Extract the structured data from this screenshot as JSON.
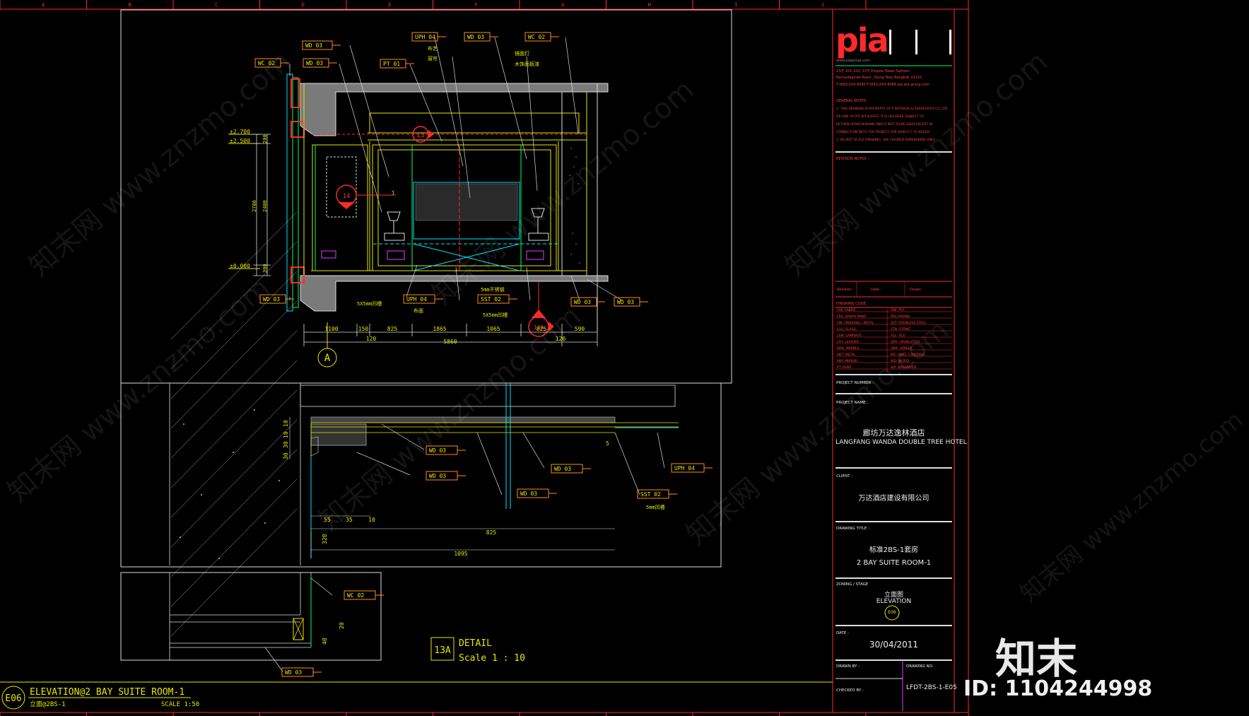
{
  "grid_columns": [
    "A",
    "B",
    "C",
    "D",
    "E",
    "F",
    "G",
    "H",
    "I",
    "J"
  ],
  "colors": {
    "background": "#000000",
    "frame_red": "#ff2a2a",
    "line_yellow": "#e6e600",
    "line_cyan": "#00e5ff",
    "line_green": "#00ff66",
    "line_white": "#dddddd",
    "line_magenta": "#e040ff",
    "tag_orange": "#ff8a1a"
  },
  "elevation": {
    "tags_top": [
      "UPH 04",
      "WD 03",
      "WC 02",
      "WD 03",
      "WC 02",
      "WD 03",
      "PT 01"
    ],
    "notes_top": [
      "布艺",
      "窗帘",
      "镜面灯",
      "木饰面板漆"
    ],
    "tags_bottom": [
      "WD 03",
      "UPH 04",
      "SST 02",
      "WD 03",
      "WD 03"
    ],
    "notes_bottom": [
      "5X5mm凹槽",
      "布面",
      "5mm不锈钢",
      "5X5mm凹槽"
    ],
    "levels": [
      "±2.700",
      "±2.500",
      "±0.000"
    ],
    "vert_dims": [
      "200",
      "2700",
      "2400",
      "300"
    ],
    "dims_row1": [
      "1100",
      "150",
      "825",
      "1865",
      "1065",
      "825",
      "590"
    ],
    "dims_row2": [
      "120",
      "5860",
      "120"
    ],
    "section_marks": [
      "15",
      "14",
      "1",
      "13A"
    ],
    "grid_mark": "A"
  },
  "detail": {
    "tags": [
      "WD 03",
      "WD 03",
      "WD 03",
      "WD 03",
      "UPH 04",
      "SST 02",
      "WC 02",
      "WD 03"
    ],
    "notes": [
      "5",
      "5mm凹槽"
    ],
    "dims_h": [
      "55",
      "35",
      "10",
      "825",
      "1095"
    ],
    "dims_v": [
      "10",
      "10",
      "30",
      "30",
      "320",
      "20",
      "40"
    ],
    "badge": "13A",
    "label": "DETAIL",
    "scale": "Scale 1 : 10"
  },
  "footer": {
    "code": "E06",
    "title": "ELEVATION@2 BAY SUITE ROOM-1",
    "subtitle": "立面@2BS-1",
    "scale": "SCALE 1:50"
  },
  "title_block": {
    "logo": "pia",
    "website": "www.piagroup.com",
    "address_1": "15/F-101-103, 37/F Empire Tower Sathorn",
    "address_2": "Rachadapisek Road , Klong Toey     Bangkok     10110",
    "phone": "T:(662)204-9090  F:(662)204-9089  pia   pia-group.com",
    "general_notes_label": "GENERAL NOTES :",
    "general_notes": [
      "1. THIS DRAWING IS PROPERTY OF P INTERIOR & ASSOCIATES CO.,LTD",
      "OR ONE OF ITS AFFILIATES. IT IS HOLDERS SUBJECT TO",
      "RETURN UPON DEMAND AND IS NOT TO BE USED EXCEPT IN",
      "CONNECTION WITH THE PROJECT FOR WHICH IT IS ISSUED",
      "2. DO NOT SCALE DRAWING. USE FIGURED DIMENSIONS ONLY"
    ],
    "revision_notes_label": "REVISION NOTES :",
    "revision_label": "Revision :",
    "date_label_small": "Date :",
    "drawn_label": "Drawn :",
    "finishing_code_label": "FINISHING CODE",
    "finishing_codes_left": [
      "FAB: FABRIC",
      "FRS: GRAPH PAINT",
      "FIN: FINISHING / METAL",
      "GLS: GLASS",
      "LAM: LAMINATE",
      "LTH: LEATHER",
      "MAR: MARBLE",
      "MET: METAL",
      "MIR: MIRROR",
      "PT: PAINT"
    ],
    "finishing_codes_right": [
      "FAB: PVC",
      "PAV: PAVING",
      "SST: STAINLESS STEEL",
      "STN: STONE",
      "TLE: TILE",
      "UPH: UPHOLSTERY",
      "VNR: VENEER",
      "WC: WALL COVERING",
      "WD: WOOD",
      "WP: WALLPAPER"
    ],
    "project_number_label": "PROJECT NUMBER :",
    "project_name_label": "PROJECT NAME :",
    "project_name_cn": "廊坊万达逸林酒店",
    "project_name_en": "LANGFANG WANDA DOUBLE TREE  HOTEL",
    "client_label": "CLIENT :",
    "client": "万达酒店建设有限公司",
    "drawing_title_label": "DRAWING TITLE :",
    "drawing_title_cn": "标准2BS-1套房",
    "drawing_title_en": "2 BAY SUITE ROOM-1",
    "zoning_label": "ZONING / STAGE",
    "zoning_cn": "立面图",
    "zoning_en": "ELEVATION",
    "zoning_code": "E06",
    "date_label": "DATE :",
    "date": "30/04/2011",
    "drawn_by_label": "DRAWN BY :",
    "checked_by_label": "CHECKED BY :",
    "drawing_no_label": "DRAWING NO.",
    "drawing_no": "LFDT-2BS-1-E05"
  },
  "brand": {
    "mark": "知末",
    "id": "ID: 1104244998",
    "watermark": "知末网 www.znzmo.com"
  }
}
